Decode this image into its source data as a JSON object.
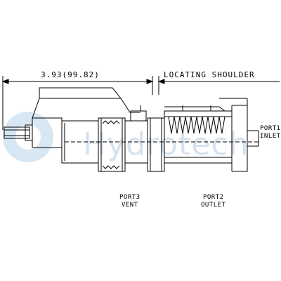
{
  "dimension": {
    "text": "3.93(99.82)"
  },
  "locating_shoulder": {
    "text": "LOCATING SHOULDER"
  },
  "ports": [
    {
      "line1": "PORT3",
      "line2": "VENT"
    },
    {
      "line1": "PORT2",
      "line2": "OUTLET"
    },
    {
      "line1": "PORT1",
      "line2": "INLET"
    }
  ],
  "watermark": {
    "text": "Hydrotech"
  },
  "colors": {
    "line": "#000000",
    "watermark": "#8fb4d6"
  }
}
